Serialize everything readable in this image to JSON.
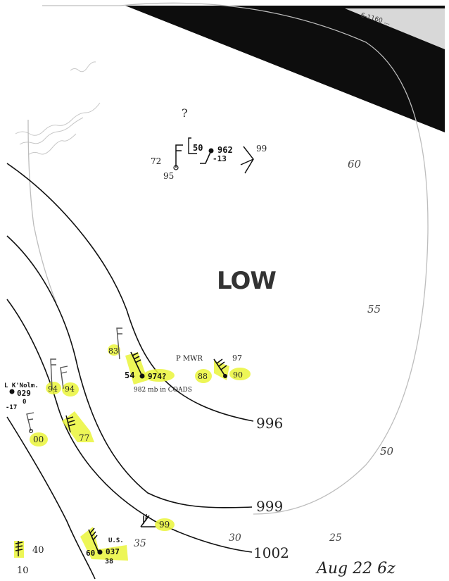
{
  "header_band_label": "6-1160 ...",
  "pressure_center": {
    "label": "LOW"
  },
  "isobars": [
    {
      "value": "996"
    },
    {
      "value": "999"
    },
    {
      "value": "1002"
    }
  ],
  "latitude_labels": [
    "60",
    "55",
    "50",
    "35",
    "30",
    "25"
  ],
  "top_station": {
    "question_mark": "?",
    "temp": "50",
    "pressure": "962",
    "tendency": "-13",
    "left_upper": "72",
    "left_lower": "95",
    "right": "99"
  },
  "center_station": {
    "temp": "54",
    "pressure": "974?",
    "left_top": "83",
    "note": "982 mb in COADS"
  },
  "right_station": {
    "name": "P MWR",
    "left": "88",
    "right": "90",
    "top": "97"
  },
  "left_station": {
    "name": "L K'Nolm.",
    "pressure": "029",
    "sub1": "-17",
    "sub2": "0",
    "v1": "94",
    "v2": "94"
  },
  "lower_left_station": {
    "value": "00"
  },
  "lower_mid_station": {
    "value": "77"
  },
  "bottom_right_station": {
    "value": "99"
  },
  "us_station": {
    "name": "U.S.",
    "temp": "60",
    "pressure": "037",
    "sub": "38"
  },
  "corner_station": {
    "top": "40",
    "bottom": "10"
  },
  "date_label": "Aug 22 6z",
  "colors": {
    "highlight": "#eaf53a",
    "ink": "#111111",
    "band": "#0d0d0d"
  }
}
